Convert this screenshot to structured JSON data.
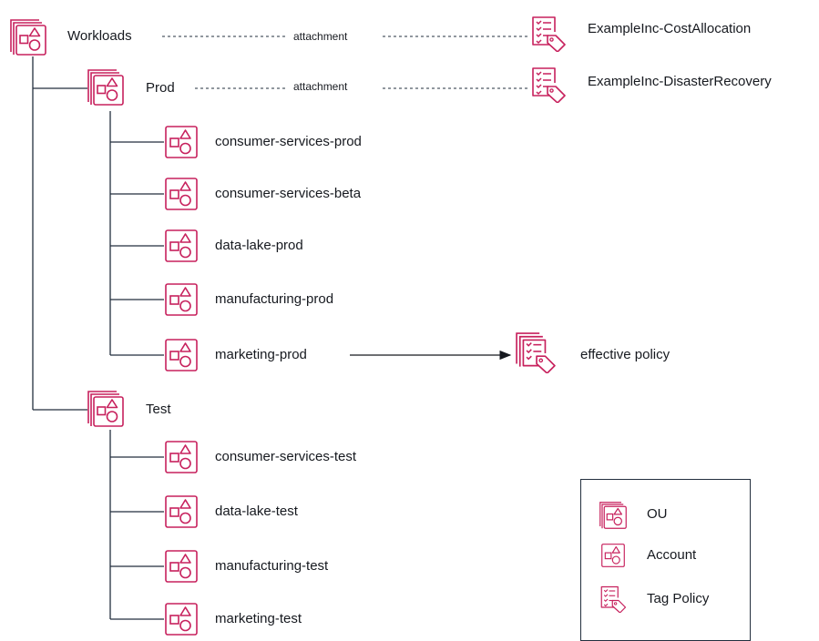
{
  "colors": {
    "accent": "#c7215d",
    "line": "#232f3e",
    "text": "#16191f"
  },
  "tree": {
    "root": {
      "label": "Workloads",
      "icon": "ou-icon"
    },
    "prod": {
      "label": "Prod",
      "icon": "ou-icon",
      "accounts": [
        "consumer-services-prod",
        "consumer-services-beta",
        "data-lake-prod",
        "manufacturing-prod",
        "marketing-prod"
      ]
    },
    "test": {
      "label": "Test",
      "icon": "ou-icon",
      "accounts": [
        "consumer-services-test",
        "data-lake-test",
        "manufacturing-test",
        "marketing-test"
      ]
    }
  },
  "policies": {
    "workloads_attachment_label": "attachment",
    "workloads_policy": "ExampleInc-CostAllocation",
    "prod_attachment_label": "attachment",
    "prod_policy": "ExampleInc-DisasterRecovery",
    "effective_label": "effective policy"
  },
  "legend": {
    "items": [
      {
        "icon": "ou-icon",
        "label": "OU"
      },
      {
        "icon": "account-icon",
        "label": "Account"
      },
      {
        "icon": "tag-policy-icon",
        "label": "Tag Policy"
      }
    ]
  }
}
